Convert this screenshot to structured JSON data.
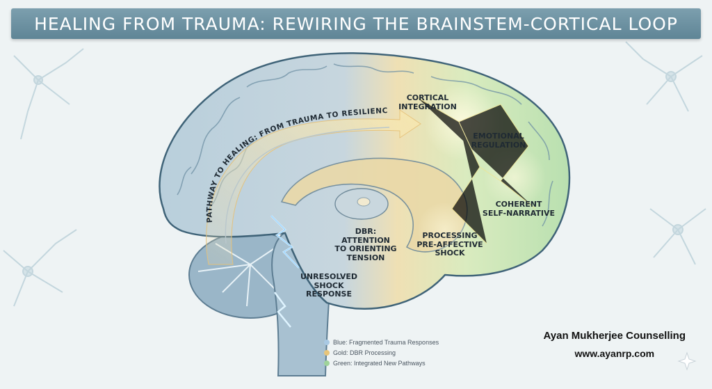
{
  "title": "HEALING FROM TRAUMA: REWIRING THE BRAINSTEM-CORTICAL LOOP",
  "pathway_label": "PATHWAY TO HEALING: FROM TRAUMA TO RESILIENCE.",
  "labels": {
    "cortical_integration": "CORTICAL\nINTEGRATION",
    "emotional_regulation": "EMOTIONAL\nREGULATION",
    "coherent_self_narrative": "COHERENT\nSELF-NARRATIVE",
    "processing_shock": "PROCESSING\nPRE-AFFECTIVE\nSHOCK",
    "dbr_attention": "DBR:\nATTENTION\nTO ORIENTING\nTENSION",
    "unresolved_shock": "UNRESOLVED\nSHOCK\nRESPONSE"
  },
  "legend": [
    {
      "label": "Blue: Fragmented Trauma Responses",
      "color": "#a9c9e3"
    },
    {
      "label": "Gold: DBR Processing",
      "color": "#e8c57a"
    },
    {
      "label": "Green: Integrated New Pathways",
      "color": "#9fd39a"
    }
  ],
  "brand": {
    "name": "Ayan Mukherjee Counselling",
    "url": "www.ayanrp.com"
  },
  "colors": {
    "title_bar": "#6b8fa0",
    "trauma_blue": "#8fb2cc",
    "dbr_gold": "#e6c27a",
    "integrated_green": "#9fd39a"
  }
}
